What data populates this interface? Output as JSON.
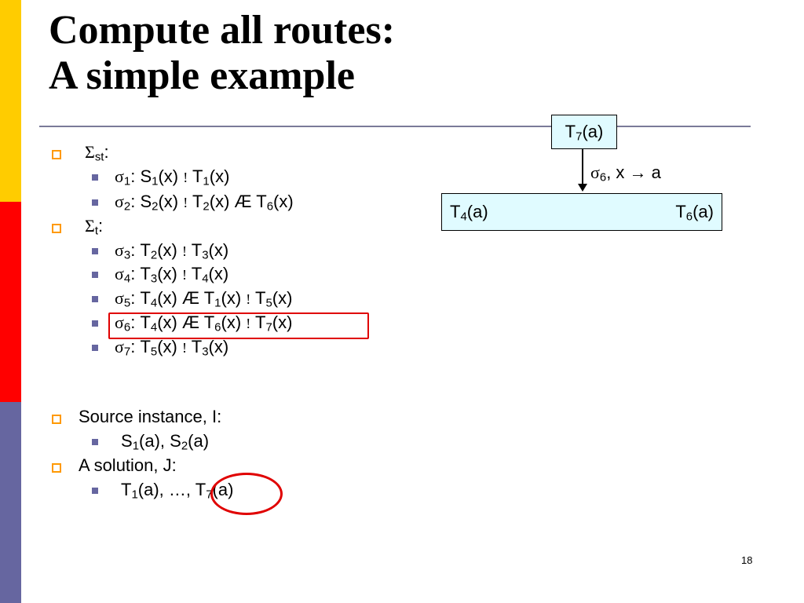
{
  "slide": {
    "title_line1": "Compute all routes:",
    "title_line2": "A simple example",
    "page_number": "18"
  },
  "sidebar_colors": {
    "top": "#ffcc00",
    "middle": "#ff0000",
    "bottom": "#6666a0"
  },
  "accent_colors": {
    "bullet_square": "#ff9900",
    "sub_bullet": "#6666a0",
    "highlight": "#e00000",
    "box_fill": "#e0fbff"
  },
  "sigma_st": {
    "symbol": "Σ",
    "sub": "st",
    "suffix": ":"
  },
  "sigma_t": {
    "symbol": "Σ",
    "sub": "t",
    "suffix": ":"
  },
  "rules": [
    {
      "name": "σ",
      "idx": "1",
      "lhs": [
        {
          "p": "S",
          "s": "1",
          "a": "(x)"
        }
      ],
      "rhs": {
        "p": "T",
        "s": "1",
        "a": "(x)"
      }
    },
    {
      "name": "σ",
      "idx": "2",
      "lhs": [
        {
          "p": "S",
          "s": "2",
          "a": "(x)"
        }
      ],
      "rhs": {
        "p": "T",
        "s": "2",
        "a": "(x)"
      },
      "extra": {
        "op": "Æ",
        "p": "T",
        "s": "6",
        "a": "(x)"
      }
    },
    {
      "name": "σ",
      "idx": "3",
      "lhs": [
        {
          "p": "T",
          "s": "2",
          "a": "(x)"
        }
      ],
      "rhs": {
        "p": "T",
        "s": "3",
        "a": "(x)"
      }
    },
    {
      "name": "σ",
      "idx": "4",
      "lhs": [
        {
          "p": "T",
          "s": "3",
          "a": "(x)"
        }
      ],
      "rhs": {
        "p": "T",
        "s": "4",
        "a": "(x)"
      }
    },
    {
      "name": "σ",
      "idx": "5",
      "lhs": [
        {
          "p": "T",
          "s": "4",
          "a": "(x)"
        },
        {
          "p": "T",
          "s": "1",
          "a": "(x)"
        }
      ],
      "rhs": {
        "p": "T",
        "s": "5",
        "a": "(x)"
      }
    },
    {
      "name": "σ",
      "idx": "6",
      "lhs": [
        {
          "p": "T",
          "s": "4",
          "a": "(x)"
        },
        {
          "p": "T",
          "s": "6",
          "a": "(x)"
        }
      ],
      "rhs": {
        "p": "T",
        "s": "7",
        "a": "(x)"
      }
    },
    {
      "name": "σ",
      "idx": "7",
      "lhs": [
        {
          "p": "T",
          "s": "5",
          "a": "(x)"
        }
      ],
      "rhs": {
        "p": "T",
        "s": "3",
        "a": "(x)"
      }
    }
  ],
  "symbols": {
    "colon": ":",
    "implies": "!",
    "and": "Æ"
  },
  "source_instance": {
    "label": "Source instance, I:",
    "facts": [
      {
        "p": "S",
        "s": "1",
        "a": "(a)"
      },
      {
        "p": "S",
        "s": "2",
        "a": "(a)"
      }
    ],
    "separator": ", "
  },
  "solution": {
    "label": "A solution, J:",
    "first": {
      "p": "T",
      "s": "1",
      "a": "(a)"
    },
    "middle": ", …, ",
    "last": {
      "p": "T",
      "s": "7",
      "a": "(a)"
    }
  },
  "diagram": {
    "top_box": {
      "p": "T",
      "s": "7",
      "a": "(a)"
    },
    "edge_label": {
      "sigma": "σ",
      "sub": "6",
      "text": ", x → a"
    },
    "bottom_box": {
      "left": {
        "p": "T",
        "s": "4",
        "a": "(a)"
      },
      "right": {
        "p": "T",
        "s": "6",
        "a": "(a)"
      }
    }
  }
}
